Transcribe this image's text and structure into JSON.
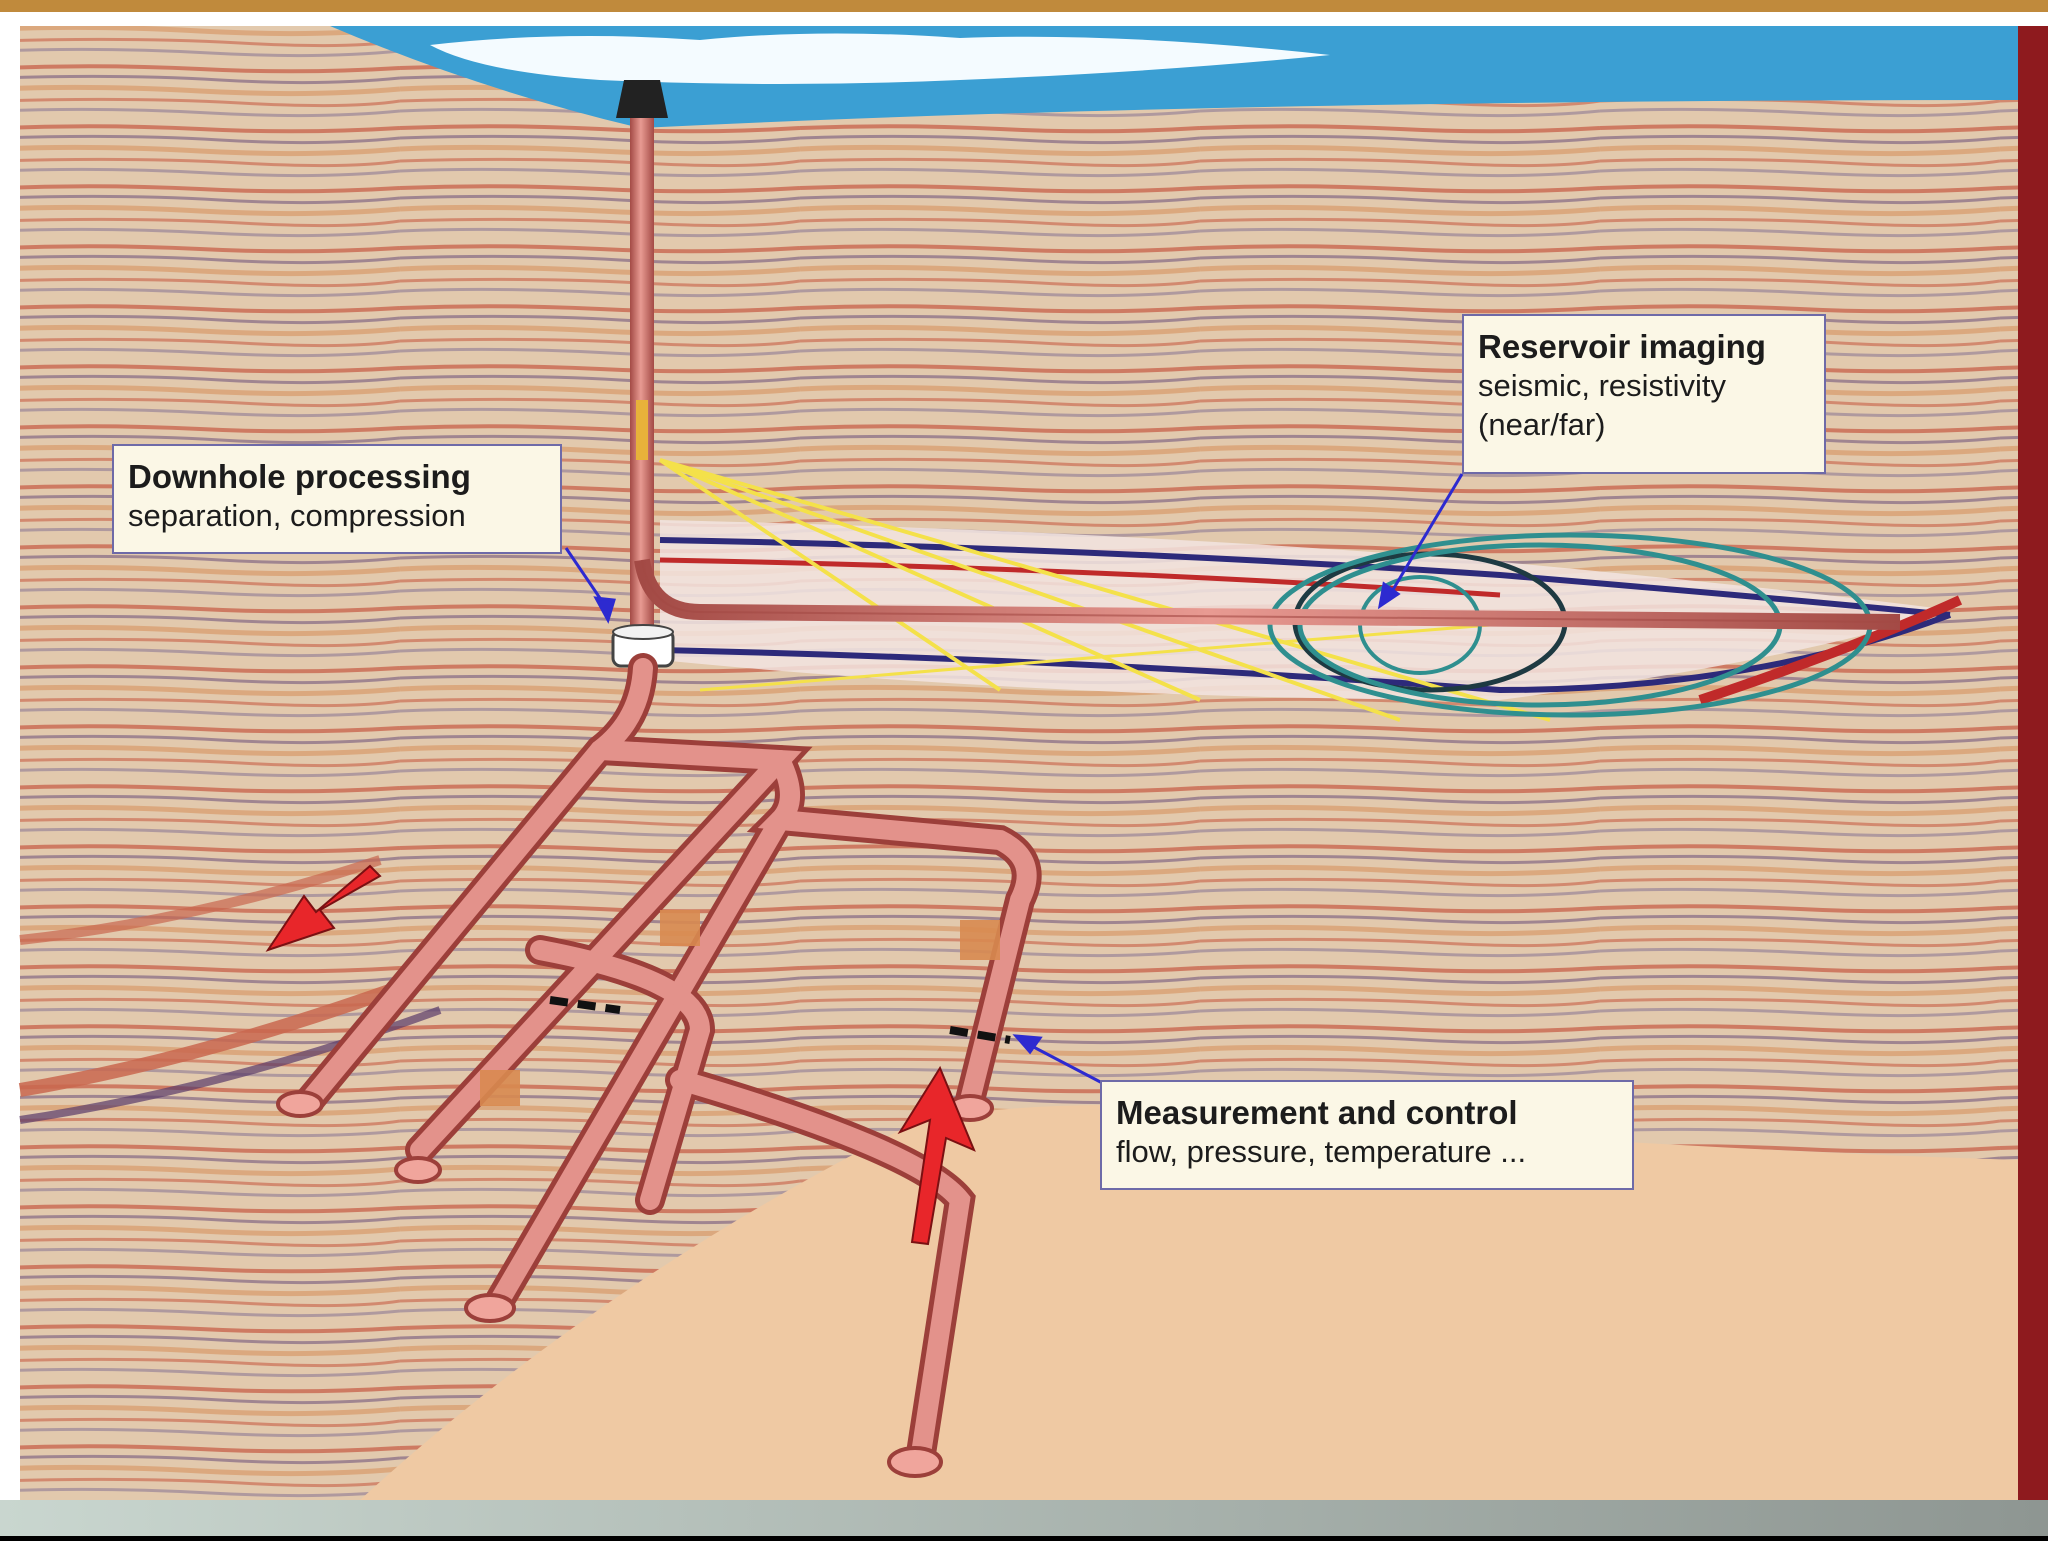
{
  "callouts": {
    "downhole": {
      "title": "Downhole processing",
      "lines": [
        "separation, compression"
      ]
    },
    "reservoir": {
      "title": "Reservoir imaging",
      "lines": [
        "seismic, resistivity",
        "(near/far)"
      ]
    },
    "measurement": {
      "title": "Measurement and control",
      "lines": [
        "flow, pressure, temperature ..."
      ]
    }
  },
  "colors": {
    "sky": "#3b9fd3",
    "strata_light": "#e2c9ad",
    "strata_stripe": "#c9674f",
    "strata_dark": "#6a4d78",
    "sand": "#efc9a3",
    "pipe": "#d47a74",
    "pipe_edge": "#a34a45",
    "arrow": "#e8262a",
    "imaging_ring": "#2f8f8f",
    "seismic_ray": "#f4e14a",
    "callout_border": "#6e6aa8",
    "frame_right": "#8e1a1e"
  }
}
